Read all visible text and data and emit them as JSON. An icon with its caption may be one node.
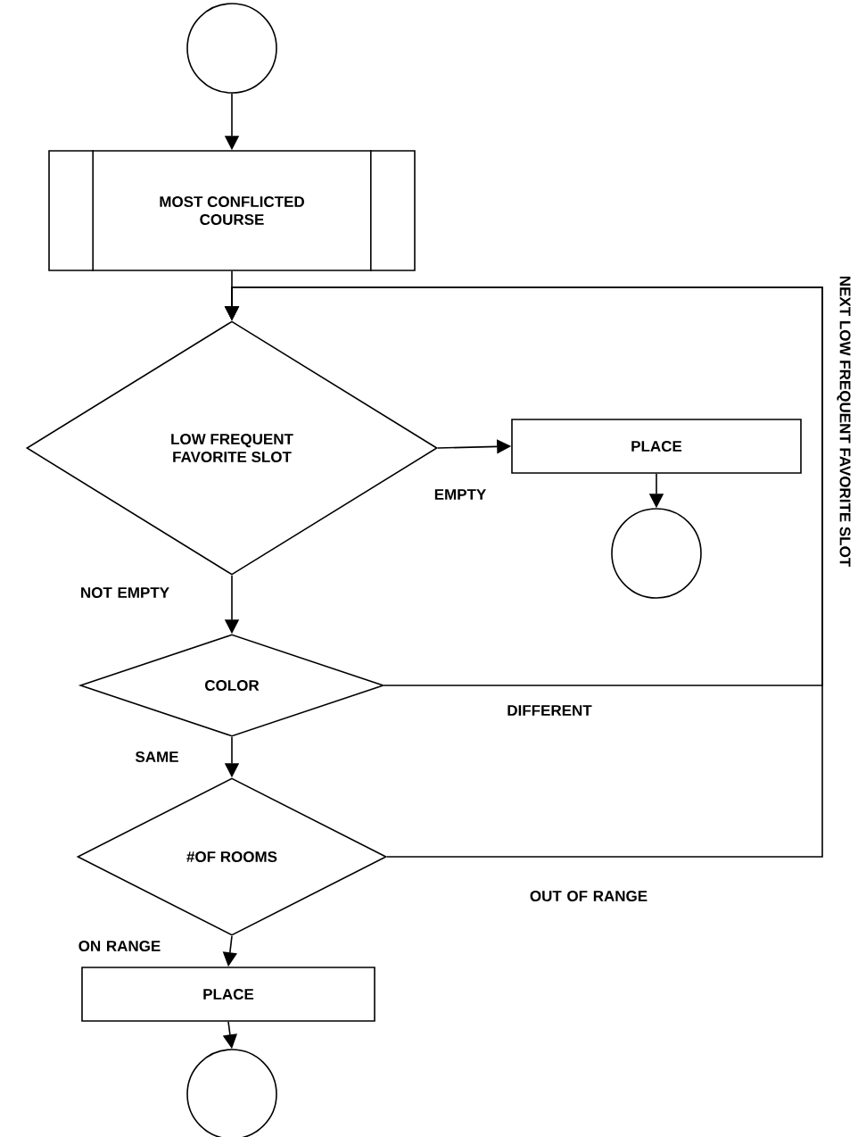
{
  "diagram": {
    "nodes": [
      {
        "text": [],
        "shape": "circle"
      },
      {
        "text": [
          "MOST CONFLICTED COURSE"
        ]
      },
      {
        "text": [
          "LOW FREQUENT FAVORITE SLOT"
        ]
      },
      {
        "text": [
          "PLACE"
        ]
      },
      {
        "text": [],
        "shape": "circle"
      },
      {
        "text": [
          "COLOR"
        ]
      },
      {
        "text": [
          "#OF ROOMS"
        ]
      },
      {
        "text": [
          "PLACE"
        ]
      },
      {
        "text": [],
        "shape": "circle"
      }
    ],
    "edges": [
      {
        "from": 0,
        "to": 1,
        "arrow": "to"
      },
      {
        "from": 1,
        "to": 2,
        "arrow": "to"
      },
      {
        "from": 2,
        "to": 3,
        "arrow": "to",
        "label": "EMPTY"
      },
      {
        "from": 3,
        "to": 4,
        "arrow": "to"
      },
      {
        "from": 2,
        "to": 5,
        "arrow": "to",
        "label": "NOT EMPTY"
      },
      {
        "from": 5,
        "to": 2,
        "arrow": "to",
        "label": "DIFFERENT"
      },
      {
        "from": 5,
        "to": 6,
        "arrow": "to",
        "label": "SAME"
      },
      {
        "from": 6,
        "to": 2,
        "arrow": "to",
        "label": "OUT OF RANGE"
      },
      {
        "from": 6,
        "to": 7,
        "arrow": "to",
        "label": "ON RANGE"
      },
      {
        "from": 7,
        "to": 8,
        "arrow": "to"
      }
    ],
    "labels": [
      "NEXT LOW FREQUENT FAVORITE SLOT"
    ]
  }
}
